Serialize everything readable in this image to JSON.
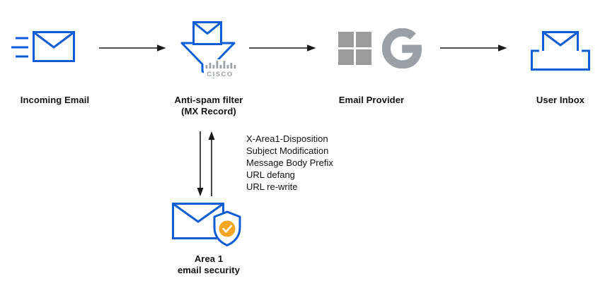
{
  "colors": {
    "primary_blue": "#0d5dd7",
    "logo_gray": "#9aa0a6",
    "ms_gray": "#9b9b9b",
    "badge_orange": "#f5a623",
    "arrow_color": "#1a1a1a",
    "text_color": "#111111",
    "background": "#ffffff"
  },
  "nodes": {
    "incoming_email": {
      "label": "Incoming Email"
    },
    "antispam_filter": {
      "label": "Anti-spam filter",
      "sublabel": "(MX Record)",
      "vendor_logo": "CISCO"
    },
    "email_provider": {
      "label": "Email Provider"
    },
    "user_inbox": {
      "label": "User Inbox"
    },
    "area1": {
      "label": "Area 1",
      "sublabel": "email security"
    }
  },
  "annotations": {
    "modifications": [
      "X-Area1-Disposition",
      "Subject Modification",
      "Message Body Prefix",
      "URL defang",
      "URL re-write"
    ]
  }
}
